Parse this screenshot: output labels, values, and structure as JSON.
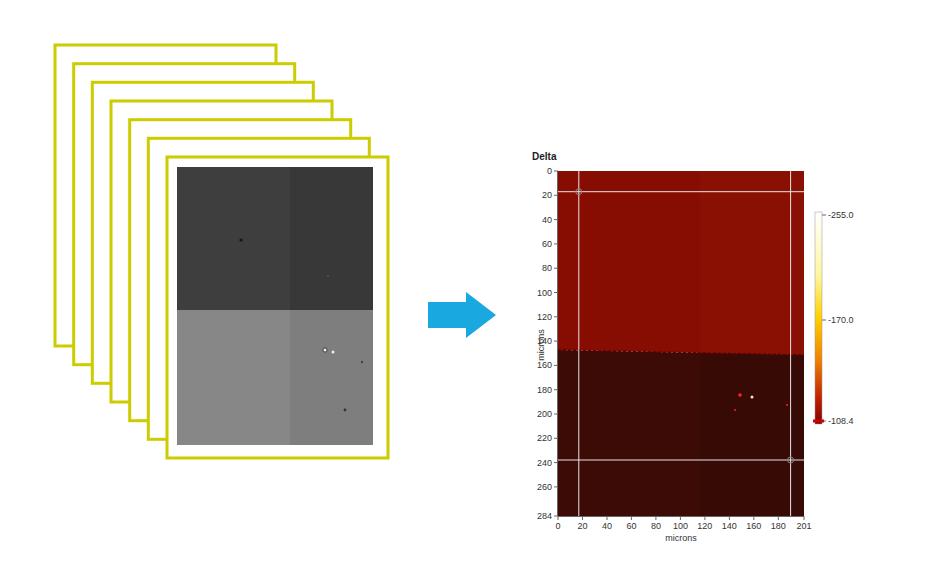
{
  "diagram": {
    "labels": [
      "Delta",
      "0",
      "20",
      "40",
      "60",
      "80",
      "100",
      "120",
      "140",
      "160",
      "180",
      "200",
      "220",
      "240",
      "260",
      "284",
      "microns",
      "0",
      "20",
      "40",
      "60",
      "80",
      "100",
      "120",
      "140",
      "160",
      "180",
      "201",
      "microns",
      "-255.0",
      "-170.0",
      "-108.4"
    ]
  }
}
